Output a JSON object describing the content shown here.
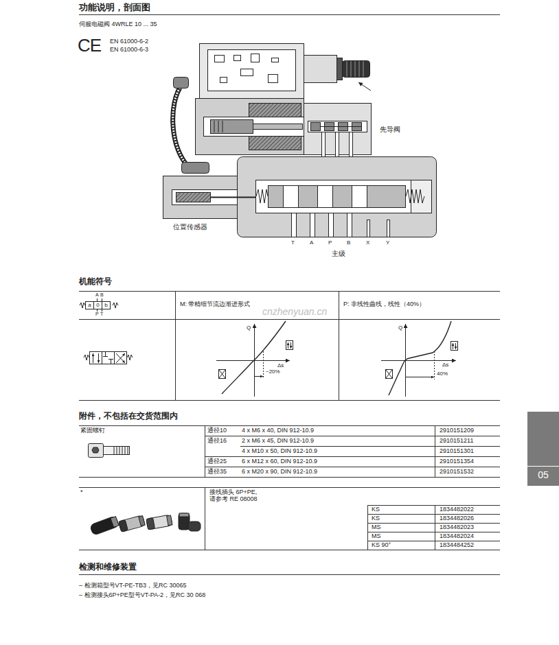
{
  "diagram": {
    "title": "功能说明，剖面图",
    "nodes": [
      {
        "text": [
          "a"
        ]
      },
      {
        "text": [
          "0"
        ]
      },
      {
        "text": [
          "b"
        ]
      },
      {
        "text": [
          "05"
        ]
      }
    ],
    "labels": [
      "伺服电磁阀 4WRLE 10 ... 35",
      "CE",
      "EN 61000-6-2",
      "EN 61000-6-3",
      "先导阀",
      "位置传感器",
      "T",
      "A",
      "P",
      "B",
      "X",
      "Y",
      "主级",
      "机能符号",
      "A",
      "B",
      "P",
      "T",
      "M: 带精细节流边渐进形式",
      "P: 非线性曲线，线性（40%）",
      "Q",
      "Δs",
      "~20%",
      "cnzhenyuan.cn",
      "Q",
      "Δs",
      "40%",
      "附件，不包括在交货范围内",
      "紧固螺钉",
      "通径10",
      "4 x M6 x 40, DIN 912-10.9",
      "2910151209",
      "通径16",
      "2 x M6 x 45, DIN 912-10.9",
      "2910151211",
      "4 x M10 x 50, DIN 912-10.9",
      "2910151301",
      "通径25",
      "6 x M12 x 60, DIN 912-10.9",
      "2910151354",
      "通径35",
      "6 x M20 x 90, DIN 912-10.9",
      "2910151532",
      "*",
      "接线插头 6P+PE, 请参考 RE 08008",
      "KS",
      "1834482022",
      "KS",
      "1834482026",
      "MS",
      "1834482023",
      "MS",
      "1834482024",
      "KS 90°",
      "1834484252",
      "检测和维修装置",
      "– 检测箱型号VT-PE-TB3，见RC 30065",
      "– 检测接头6P+PE型号VT-PA-2，见RC 30 068"
    ]
  }
}
